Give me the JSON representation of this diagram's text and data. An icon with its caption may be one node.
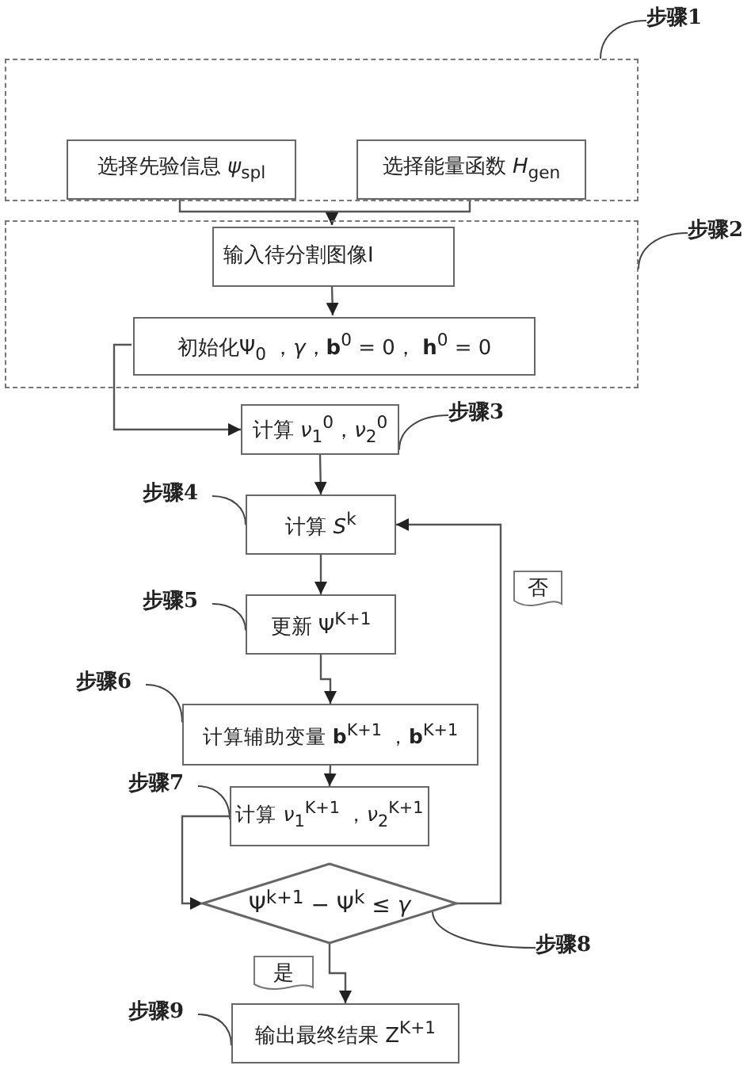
{
  "diagram": {
    "nodes": [
      {
        "text": [],
        "shape": "box"
      },
      {
        "text": [
          "选择先验信息 *ψ*$_{spl}$"
        ],
        "in": 0
      },
      {
        "text": [
          "选择能量函数 *H*$_{gen}$"
        ],
        "in": 0
      },
      {
        "text": [],
        "shape": "box"
      },
      {
        "text": [
          "输入待分割图像I"
        ],
        "in": 3
      },
      {
        "text": [
          "初始化Ψ$_{0}$ ，*γ*，**b**$^{0}$ = 0， **h**$^{0}$ = 0"
        ],
        "in": 3
      },
      {
        "text": [
          "计算 *ν*$_{1}$$^{0}$，*ν*$_{2}$$^{0}$"
        ]
      },
      {
        "text": [
          "计算 *S*$^{k}$"
        ]
      },
      {
        "text": [
          "更新 Ψ$^{K+1}$"
        ]
      },
      {
        "text": [
          "计算辅助变量 **b**$^{K+1}$ ，**b**$^{K+1}$"
        ]
      },
      {
        "text": [
          "计算 *ν*$_{1}$$^{K+1}$ ，*ν*$_{2}$$^{K+1}$"
        ]
      },
      {
        "text": [
          "Ψ$^{k+1}$ − Ψ$^{k}$ ≤ *γ*"
        ]
      },
      {
        "text": [
          "输出最终结果 Z$^{K+1}$"
        ]
      },
      {
        "text": [
          "否"
        ]
      },
      {
        "text": [
          "是"
        ]
      },
      {
        "text": [
          "步骤1"
        ]
      },
      {
        "text": [
          "步骤2"
        ]
      },
      {
        "text": [
          "步骤3"
        ]
      },
      {
        "text": [
          "步骤4"
        ]
      },
      {
        "text": [
          "步骤5"
        ]
      },
      {
        "text": [
          "步骤6"
        ]
      },
      {
        "text": [
          "步骤7"
        ]
      },
      {
        "text": [
          "步骤8"
        ]
      },
      {
        "text": [
          "步骤9"
        ]
      }
    ],
    "edges": [
      {
        "from": 1,
        "to": 4,
        "arrow": "to"
      },
      {
        "from": 2,
        "to": 4,
        "arrow": "to"
      },
      {
        "from": 4,
        "to": 5,
        "arrow": "to"
      },
      {
        "from": 5,
        "to": 6,
        "arrow": "to"
      },
      {
        "from": 6,
        "to": 7,
        "arrow": "to"
      },
      {
        "from": 7,
        "to": 8,
        "arrow": "to"
      },
      {
        "from": 8,
        "to": 9,
        "arrow": "to"
      },
      {
        "from": 9,
        "to": 10,
        "arrow": "to"
      },
      {
        "from": 10,
        "to": 11,
        "arrow": "to"
      },
      {
        "from": 11,
        "to": 7,
        "arrow": "to"
      },
      {
        "from": 11,
        "to": 12,
        "arrow": "to"
      },
      {
        "from": 15,
        "to": 0,
        "arrow": "none"
      },
      {
        "from": 16,
        "to": 3,
        "arrow": "none"
      },
      {
        "from": 17,
        "to": 6,
        "arrow": "none"
      },
      {
        "from": 18,
        "to": 7,
        "arrow": "none"
      },
      {
        "from": 19,
        "to": 8,
        "arrow": "none"
      },
      {
        "from": 20,
        "to": 9,
        "arrow": "none"
      },
      {
        "from": 21,
        "to": 10,
        "arrow": "none"
      },
      {
        "from": 22,
        "to": 11,
        "arrow": "none"
      },
      {
        "from": 23,
        "to": 12,
        "arrow": "none"
      }
    ]
  }
}
